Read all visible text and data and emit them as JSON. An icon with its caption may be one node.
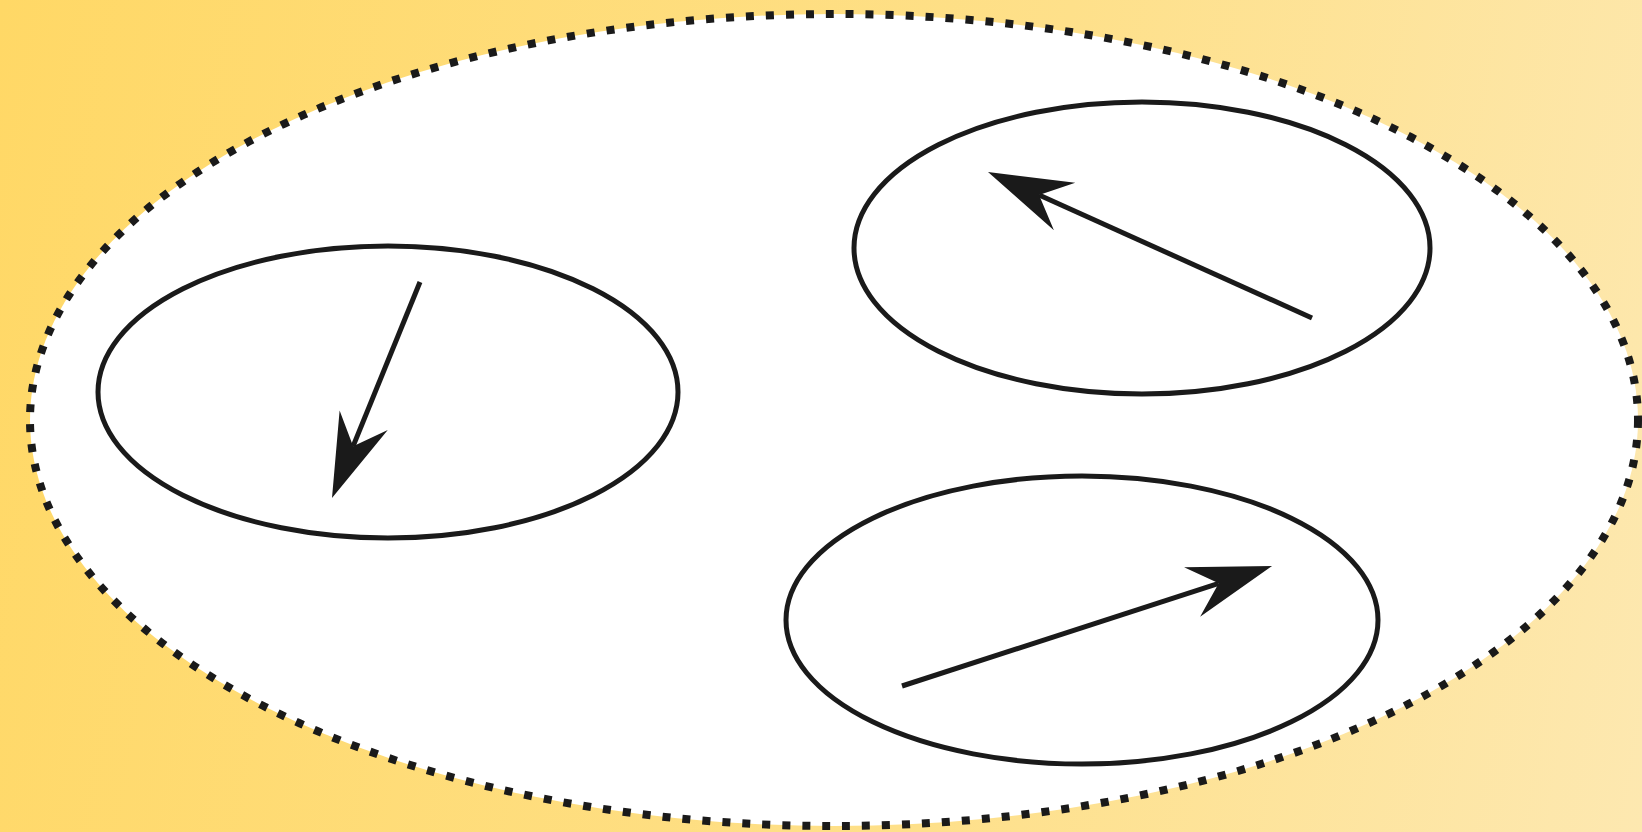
{
  "diagram": {
    "nodes": [
      {
        "text": [],
        "shape": "ellipse"
      },
      {
        "text": [],
        "shape": "ellipse",
        "in": 0
      },
      {
        "text": [],
        "shape": "ellipse",
        "in": 0
      },
      {
        "text": [],
        "shape": "ellipse",
        "in": 0
      }
    ]
  }
}
